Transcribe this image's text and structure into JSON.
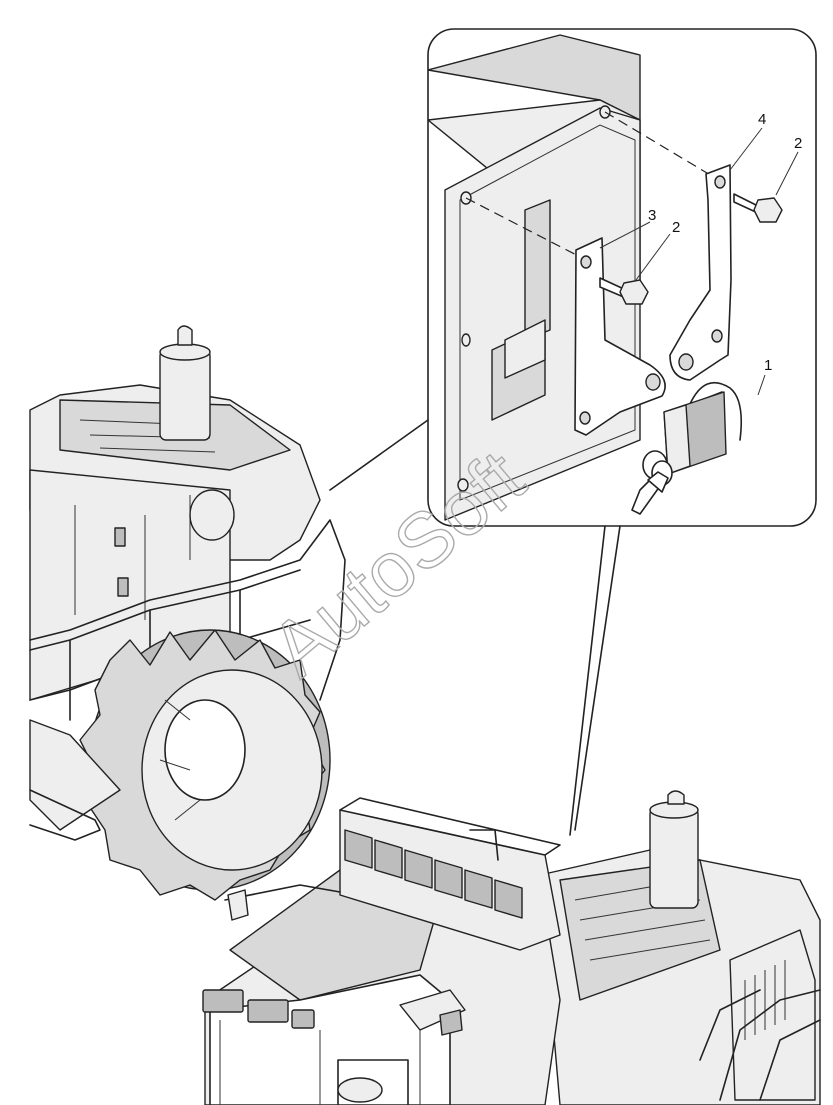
{
  "watermark": "AutoSoft",
  "callouts": [
    {
      "num": "1",
      "part": "padlock"
    },
    {
      "num": "2",
      "part": "bolt"
    },
    {
      "num": "2",
      "part": "bolt"
    },
    {
      "num": "3",
      "part": "bracket"
    },
    {
      "num": "4",
      "part": "bracket"
    }
  ]
}
